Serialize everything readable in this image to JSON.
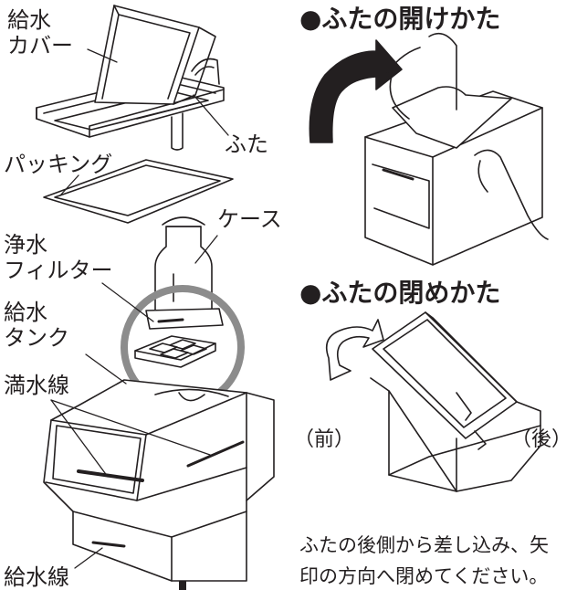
{
  "labels": {
    "cover": [
      "給水",
      "カバー"
    ],
    "lid": "ふた",
    "packing": "パッキング",
    "case": "ケース",
    "filter": [
      "浄水",
      "フィルター"
    ],
    "tank": [
      "給水",
      "タンク"
    ],
    "full_line": "満水線",
    "supply_line": "給水線"
  },
  "howto_open": {
    "heading": "●ふたの開けかた"
  },
  "howto_close": {
    "heading": "●ふたの閉めかた",
    "front": "（前）",
    "back": "（後）",
    "note": [
      "ふたの後側から差し込み、矢",
      "印の方向へ閉めてください。"
    ]
  }
}
